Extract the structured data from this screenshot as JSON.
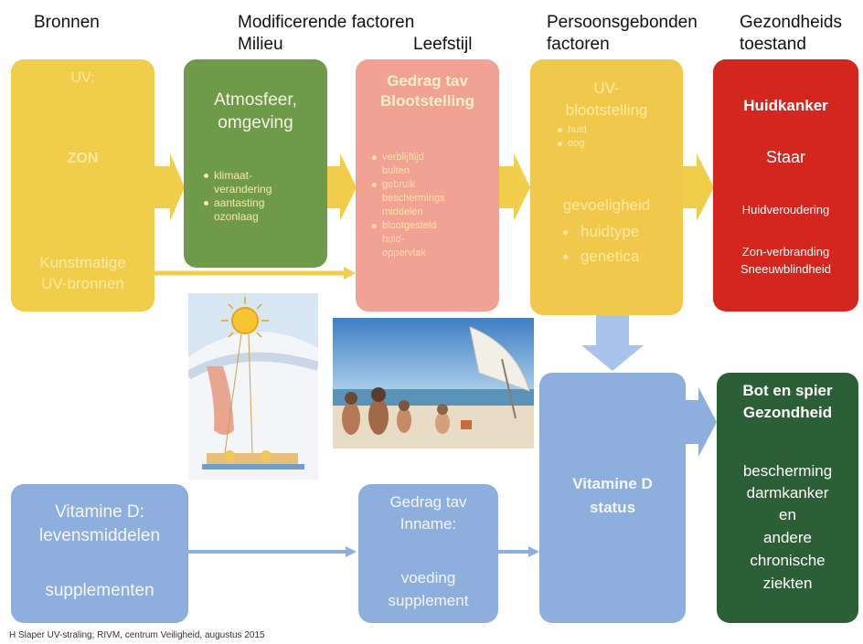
{
  "headers": {
    "bronnen": "Bronnen",
    "modificerende": "Modificerende factoren",
    "milieu": "Milieu",
    "leefstijl": "Leefstijl",
    "persoonsgebonden_1": "Persoonsgebonden",
    "persoonsgebonden_2": "factoren",
    "gezondheid_1": "Gezondheids",
    "gezondheid_2": "toestand"
  },
  "bronnen_box": {
    "uv": "UV:",
    "zon": "ZON",
    "kunst_1": "Kunstmatige",
    "kunst_2": "UV-bronnen"
  },
  "milieu_box": {
    "title_1": "Atmosfeer,",
    "title_2": "omgeving",
    "bullets": [
      "klimaat-",
      "verandering",
      "aantasting",
      "ozonlaag"
    ]
  },
  "gedrag_box": {
    "title_1": "Gedrag tav",
    "title_2": "Blootstelling",
    "bullets": [
      "verblijftijd",
      "buiten",
      "gebruik",
      "beschermings",
      "middelen",
      "blootgesteld",
      "huid-",
      "oppervlak"
    ]
  },
  "persoon_box": {
    "uv_1": "UV-",
    "uv_2": "blootstelling",
    "huid": "huid",
    "oog": "oog",
    "gevoeligheid": "gevoeligheid",
    "huidtype": "huidtype",
    "genetica": "genetica"
  },
  "red_box": {
    "huidkanker": "Huidkanker",
    "staar": "Staar",
    "huidveroudering": "Huidveroudering",
    "zon_1": "Zon-verbranding",
    "zon_2": "Sneeuwblindheid"
  },
  "vitd_food_box": {
    "line_1": "Vitamine D:",
    "line_2": "levensmiddelen",
    "line_3": "supplementen"
  },
  "inname_box": {
    "line_1": "Gedrag tav",
    "line_2": "Inname:",
    "line_3": "voeding",
    "line_4": "supplement"
  },
  "status_box": {
    "line_1": "Vitamine D",
    "line_2": "status"
  },
  "bot_box": {
    "title_1": "Bot en spier",
    "title_2": "Gezondheid",
    "lines": [
      "bescherming",
      "darmkanker",
      "en",
      "andere",
      "chronische",
      "ziekten"
    ]
  },
  "footer": "H Slaper UV-straling; RIVM, centrum Veiligheid, augustus 2015",
  "colors": {
    "yellow": "#f1cd4c",
    "green": "#6f9a4a",
    "pink": "#f2a294",
    "red": "#d2261f",
    "blue": "#8eaedd",
    "dark_green": "#2d5f37"
  }
}
